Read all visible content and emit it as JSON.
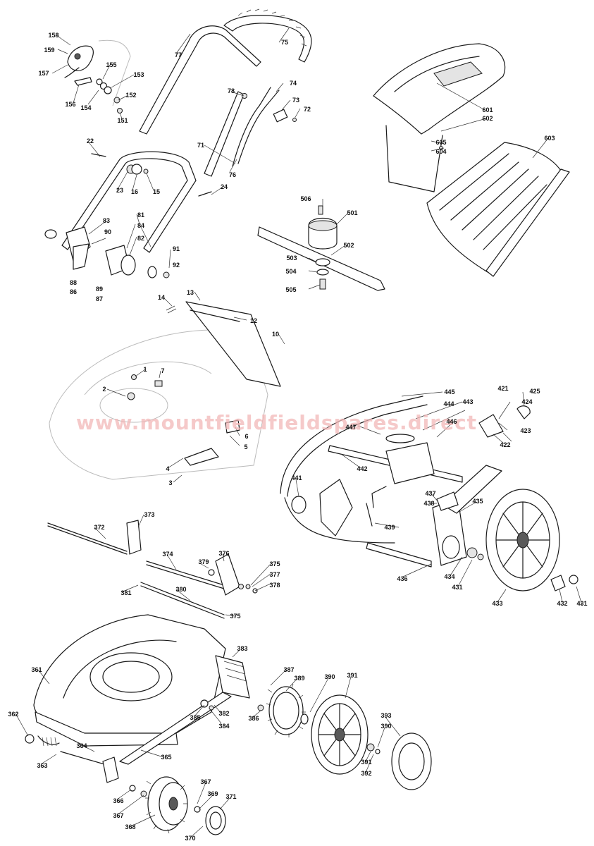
{
  "watermark": "www.mountfieldfieldspares.direct",
  "part_labels": [
    {
      "id": "158",
      "text": "158"
    },
    {
      "id": "159",
      "text": "159"
    },
    {
      "id": "157",
      "text": "157"
    },
    {
      "id": "156",
      "text": "156"
    },
    {
      "id": "155",
      "text": "155"
    },
    {
      "id": "154",
      "text": "154"
    },
    {
      "id": "153",
      "text": "153"
    },
    {
      "id": "152",
      "text": "152"
    },
    {
      "id": "151",
      "text": "151"
    },
    {
      "id": "77",
      "text": "77"
    },
    {
      "id": "75",
      "text": "75"
    },
    {
      "id": "74",
      "text": "74"
    },
    {
      "id": "78",
      "text": "78"
    },
    {
      "id": "73",
      "text": "73"
    },
    {
      "id": "72",
      "text": "72"
    },
    {
      "id": "71",
      "text": "71"
    },
    {
      "id": "76",
      "text": "76"
    },
    {
      "id": "22",
      "text": "22"
    },
    {
      "id": "23",
      "text": "23"
    },
    {
      "id": "16",
      "text": "16"
    },
    {
      "id": "15",
      "text": "15"
    },
    {
      "id": "24",
      "text": "24"
    },
    {
      "id": "81",
      "text": "81"
    },
    {
      "id": "83",
      "text": "83"
    },
    {
      "id": "84",
      "text": "84"
    },
    {
      "id": "90",
      "text": "90"
    },
    {
      "id": "82",
      "text": "82"
    },
    {
      "id": "91",
      "text": "91"
    },
    {
      "id": "92",
      "text": "92"
    },
    {
      "id": "88",
      "text": "88"
    },
    {
      "id": "86",
      "text": "86"
    },
    {
      "id": "89",
      "text": "89"
    },
    {
      "id": "87",
      "text": "87"
    },
    {
      "id": "601",
      "text": "601"
    },
    {
      "id": "602",
      "text": "602"
    },
    {
      "id": "603",
      "text": "603"
    },
    {
      "id": "605",
      "text": "605"
    },
    {
      "id": "604",
      "text": "604"
    },
    {
      "id": "506",
      "text": "506"
    },
    {
      "id": "501",
      "text": "501"
    },
    {
      "id": "502",
      "text": "502"
    },
    {
      "id": "503",
      "text": "503"
    },
    {
      "id": "504",
      "text": "504"
    },
    {
      "id": "505",
      "text": "505"
    },
    {
      "id": "14",
      "text": "14"
    },
    {
      "id": "13",
      "text": "13"
    },
    {
      "id": "12",
      "text": "12"
    },
    {
      "id": "10",
      "text": "10"
    },
    {
      "id": "1",
      "text": "1"
    },
    {
      "id": "7",
      "text": "7"
    },
    {
      "id": "2",
      "text": "2"
    },
    {
      "id": "6",
      "text": "6"
    },
    {
      "id": "5",
      "text": "5"
    },
    {
      "id": "4",
      "text": "4"
    },
    {
      "id": "3",
      "text": "3"
    },
    {
      "id": "445",
      "text": "445"
    },
    {
      "id": "443",
      "text": "443"
    },
    {
      "id": "444",
      "text": "444"
    },
    {
      "id": "447",
      "text": "447"
    },
    {
      "id": "446",
      "text": "446"
    },
    {
      "id": "442",
      "text": "442"
    },
    {
      "id": "421",
      "text": "421"
    },
    {
      "id": "424",
      "text": "424"
    },
    {
      "id": "425",
      "text": "425"
    },
    {
      "id": "423",
      "text": "423"
    },
    {
      "id": "422",
      "text": "422"
    },
    {
      "id": "441",
      "text": "441"
    },
    {
      "id": "437",
      "text": "437"
    },
    {
      "id": "438",
      "text": "438"
    },
    {
      "id": "435",
      "text": "435"
    },
    {
      "id": "439",
      "text": "439"
    },
    {
      "id": "436",
      "text": "436"
    },
    {
      "id": "434",
      "text": "434"
    },
    {
      "id": "431a",
      "text": "431"
    },
    {
      "id": "433",
      "text": "433"
    },
    {
      "id": "432",
      "text": "432"
    },
    {
      "id": "431b",
      "text": "431"
    },
    {
      "id": "372",
      "text": "372"
    },
    {
      "id": "373",
      "text": "373"
    },
    {
      "id": "374",
      "text": "374"
    },
    {
      "id": "379",
      "text": "379"
    },
    {
      "id": "376",
      "text": "376"
    },
    {
      "id": "375a",
      "text": "375"
    },
    {
      "id": "377",
      "text": "377"
    },
    {
      "id": "378",
      "text": "378"
    },
    {
      "id": "381",
      "text": "381"
    },
    {
      "id": "380",
      "text": "380"
    },
    {
      "id": "375b",
      "text": "375"
    },
    {
      "id": "383",
      "text": "383"
    },
    {
      "id": "361",
      "text": "361"
    },
    {
      "id": "362",
      "text": "362"
    },
    {
      "id": "364",
      "text": "364"
    },
    {
      "id": "365",
      "text": "365"
    },
    {
      "id": "363",
      "text": "363"
    },
    {
      "id": "385",
      "text": "385"
    },
    {
      "id": "382",
      "text": "382"
    },
    {
      "id": "384",
      "text": "384"
    },
    {
      "id": "386",
      "text": "386"
    },
    {
      "id": "387",
      "text": "387"
    },
    {
      "id": "389",
      "text": "389"
    },
    {
      "id": "390a",
      "text": "390"
    },
    {
      "id": "391a",
      "text": "391"
    },
    {
      "id": "393",
      "text": "393"
    },
    {
      "id": "390b",
      "text": "390"
    },
    {
      "id": "391b",
      "text": "391"
    },
    {
      "id": "392",
      "text": "392"
    },
    {
      "id": "366",
      "text": "366"
    },
    {
      "id": "367a",
      "text": "367"
    },
    {
      "id": "368",
      "text": "368"
    },
    {
      "id": "367b",
      "text": "367"
    },
    {
      "id": "369",
      "text": "369"
    },
    {
      "id": "371",
      "text": "371"
    },
    {
      "id": "370",
      "text": "370"
    }
  ]
}
